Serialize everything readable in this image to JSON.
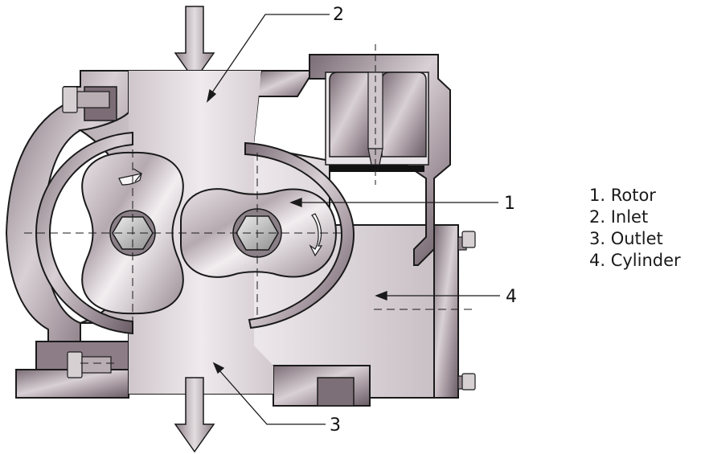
{
  "callouts": {
    "rotor": "1",
    "inlet": "2",
    "outlet": "3",
    "cylinder": "4"
  },
  "legend": [
    {
      "text": "1. Rotor"
    },
    {
      "text": "2. Inlet"
    },
    {
      "text": "3. Outlet"
    },
    {
      "text": "4. Cylinder"
    }
  ],
  "colors": {
    "metal_dark": "#6e6068",
    "metal_mid": "#a0929a",
    "metal_light": "#e6e0e4",
    "outline": "#1a1a1a"
  }
}
